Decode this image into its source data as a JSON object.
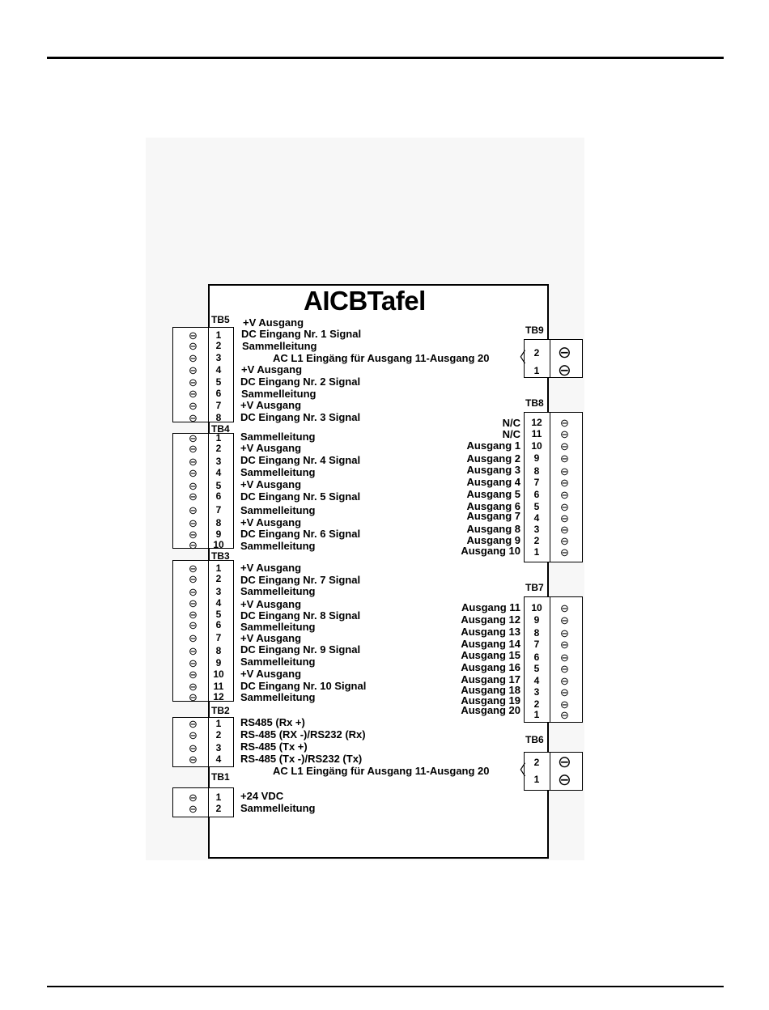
{
  "title": "AICBTafel",
  "icon": "⊖",
  "brace": "〈",
  "ac_label": "AC L1 Eingäng für Ausgang 11-Ausgang 20",
  "tb5": {
    "label": "TB5",
    "pins": [
      "1",
      "2",
      "3",
      "4",
      "5",
      "6",
      "7",
      "8"
    ],
    "signals": [
      "+V Ausgang",
      "DC Eingang Nr. 1 Signal",
      "Sammelleitung",
      "+V Ausgang",
      "DC Eingang Nr. 2 Signal",
      "Sammelleitung",
      "+V Ausgang",
      "DC Eingang Nr. 3 Signal"
    ]
  },
  "tb4": {
    "label": "TB4",
    "pins": [
      "1",
      "2",
      "3",
      "4",
      "5",
      "6",
      "7",
      "8",
      "9",
      "10"
    ],
    "signals": [
      "Sammelleitung",
      "+V Ausgang",
      "DC Eingang Nr. 4 Signal",
      "Sammelleitung",
      "+V Ausgang",
      "DC Eingang Nr. 5 Signal",
      "Sammelleitung",
      "+V Ausgang",
      "DC Eingang Nr. 6  Signal",
      "Sammelleitung"
    ]
  },
  "tb3": {
    "label": "TB3",
    "pins": [
      "1",
      "2",
      "3",
      "4",
      "5",
      "6",
      "7",
      "8",
      "9",
      "10",
      "11",
      "12"
    ],
    "signals": [
      "+V Ausgang",
      "DC Eingang Nr. 7 Signal",
      "Sammelleitung",
      "+V Ausgang",
      "DC Eingang Nr. 8 Signal",
      "Sammelleitung",
      "+V Ausgang",
      "DC Eingang Nr. 9 Signal",
      "Sammelleitung",
      "+V Ausgang",
      "DC Eingang Nr. 10 Signal",
      "Sammelleitung"
    ]
  },
  "tb2": {
    "label": "TB2",
    "pins": [
      "1",
      "2",
      "3",
      "4"
    ],
    "signals": [
      "RS485 (Rx +)",
      "RS-485 (RX -)/RS232 (Rx)",
      "RS-485 (Tx +)",
      "RS-485 (Tx -)/RS232 (Tx)"
    ]
  },
  "tb1": {
    "label": "TB1",
    "pins": [
      "1",
      "2"
    ],
    "signals": [
      "+24 VDC",
      "Sammelleitung"
    ]
  },
  "tb9": {
    "label": "TB9",
    "pins": [
      "2",
      "1"
    ]
  },
  "tb8": {
    "label": "TB8",
    "pins": [
      "12",
      "11",
      "10",
      "9",
      "8",
      "7",
      "6",
      "5",
      "4",
      "3",
      "2",
      "1"
    ],
    "signals": [
      "N/C",
      "N/C",
      "Ausgang 1",
      "Ausgang 2",
      "Ausgang 3",
      "Ausgang 4",
      "Ausgang 5",
      "Ausgang 6",
      "Ausgang 7",
      "Ausgang 8",
      "Ausgang 9",
      "Ausgang 10"
    ]
  },
  "tb7": {
    "label": "TB7",
    "pins": [
      "10",
      "9",
      "8",
      "7",
      "6",
      "5",
      "4",
      "3",
      "2",
      "1"
    ],
    "signals": [
      "Ausgang 11",
      "Ausgang 12",
      "Ausgang 13",
      "Ausgang 14",
      "Ausgang 15",
      "Ausgang 16",
      "Ausgang 17",
      "Ausgang 18",
      "Ausgang 19",
      "Ausgang 20"
    ]
  },
  "tb6": {
    "label": "TB6",
    "pins": [
      "2",
      "1"
    ]
  }
}
